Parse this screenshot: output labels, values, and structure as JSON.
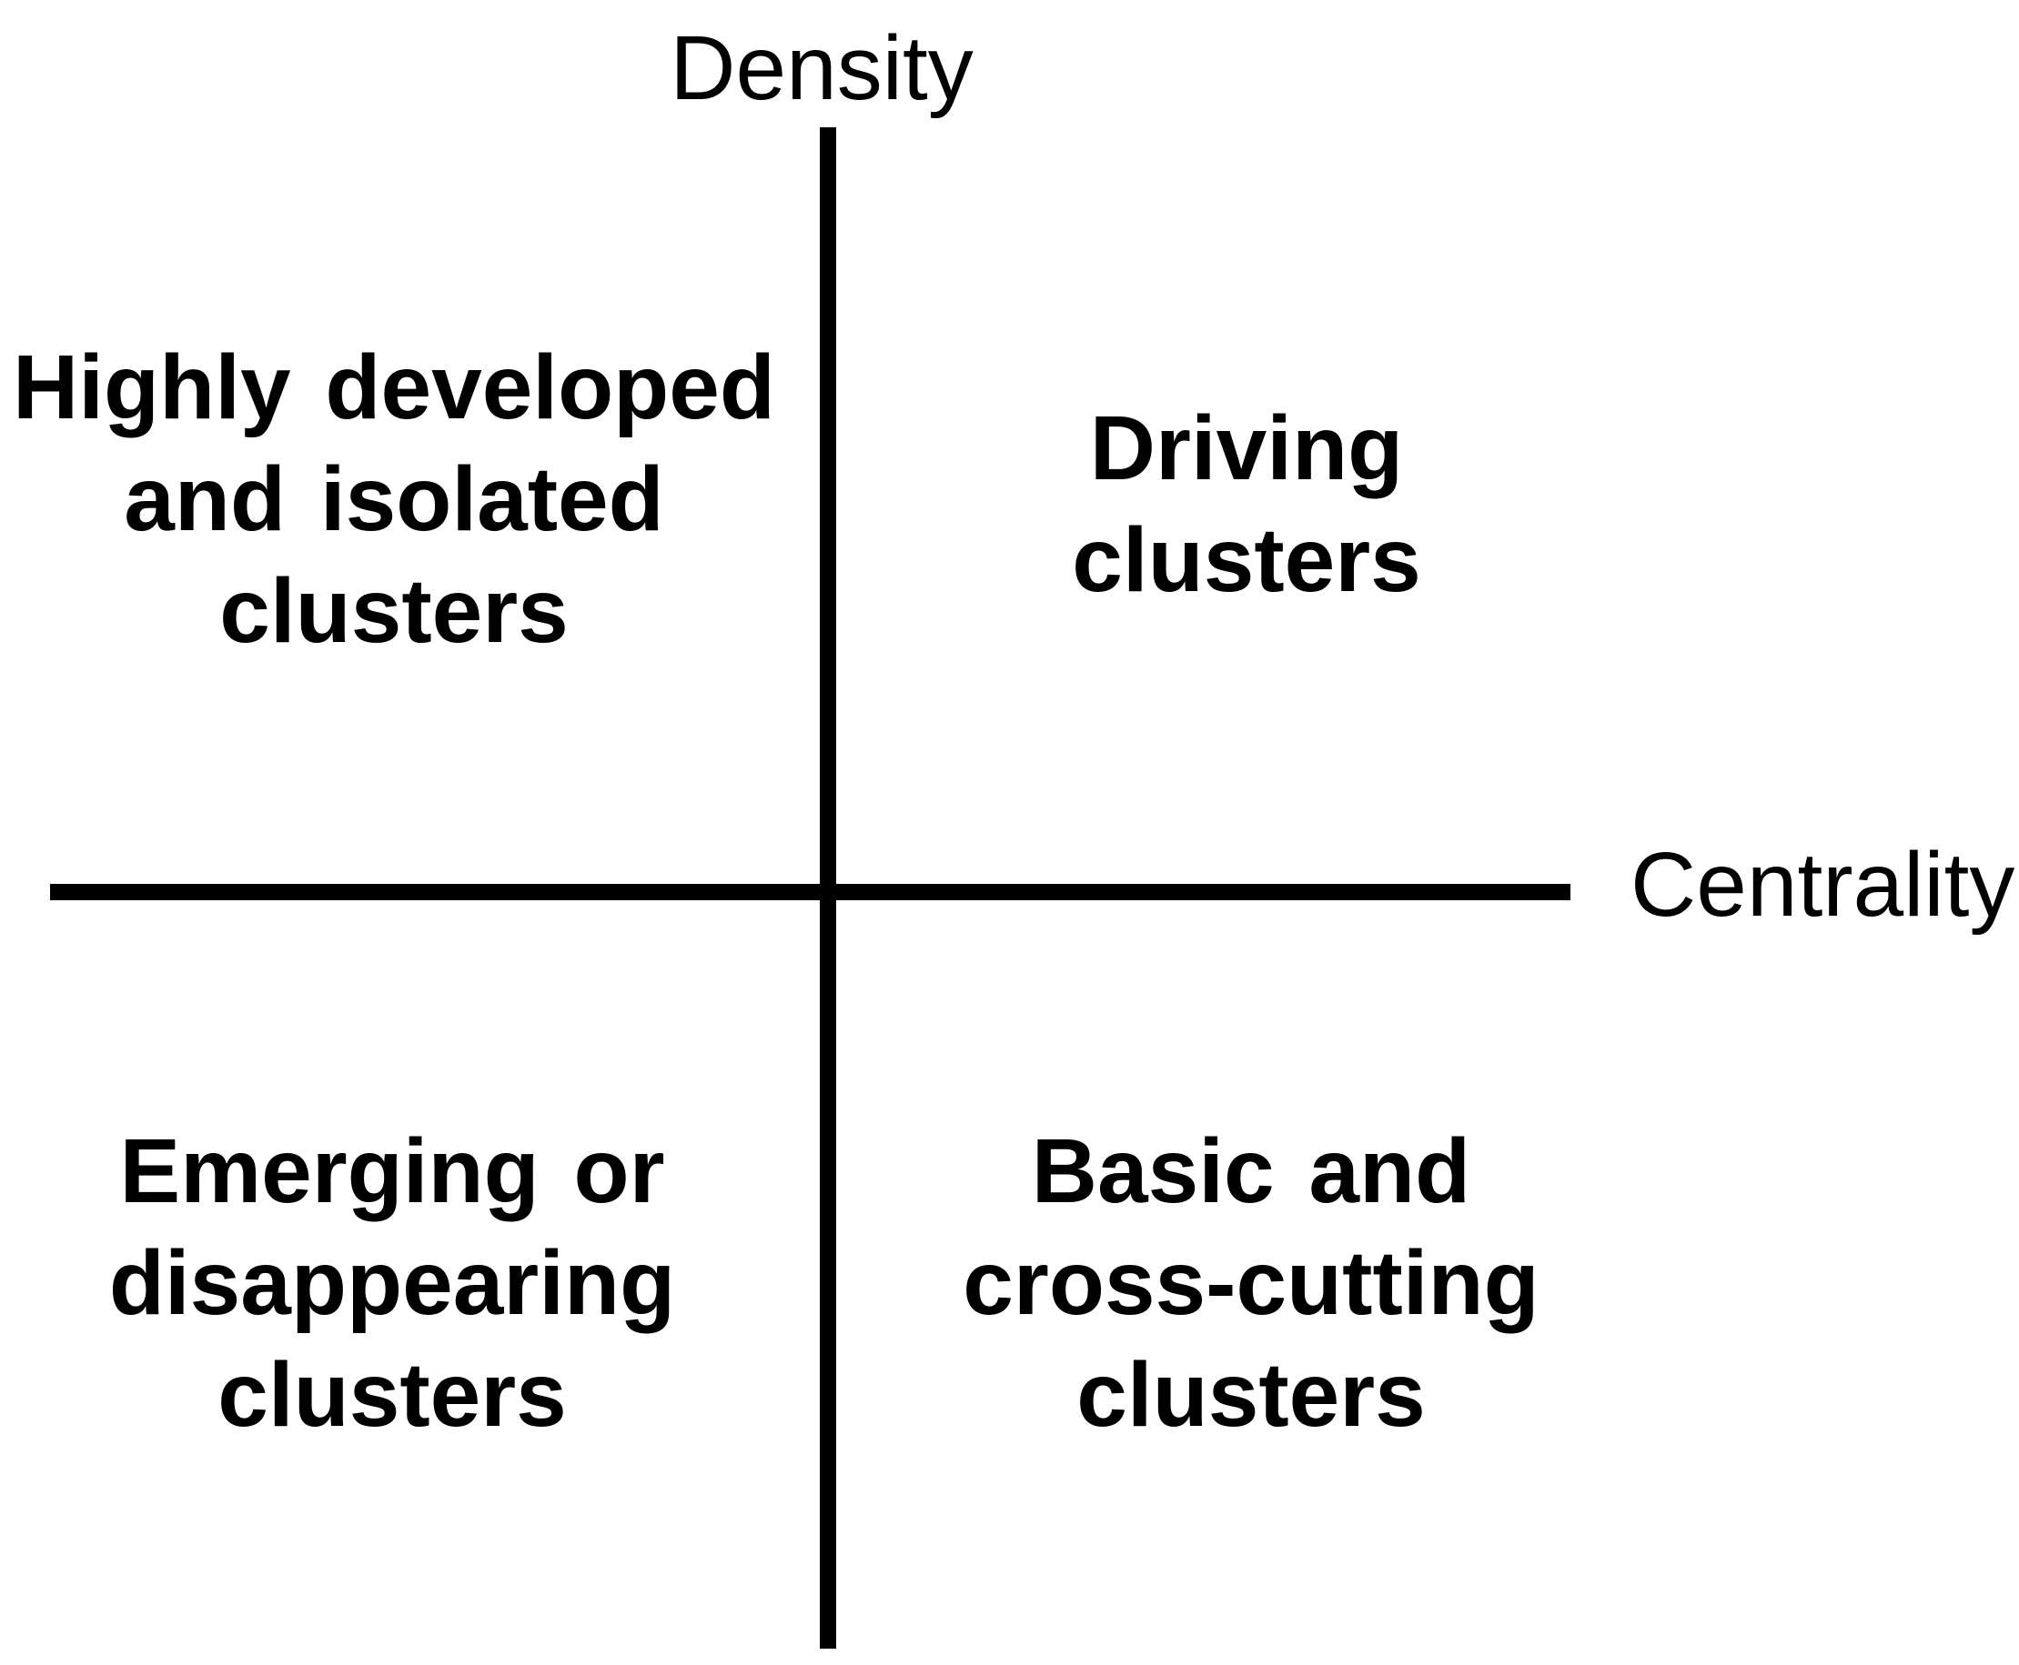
{
  "colors": {
    "background": "#ffffff",
    "ink": "#000000"
  },
  "axes": {
    "y": {
      "label": "Density"
    },
    "x": {
      "label": "Centrality"
    }
  },
  "quadrants": {
    "top_left": {
      "lines": [
        "Highly developed",
        "and isolated",
        "clusters"
      ]
    },
    "top_right": {
      "lines": [
        "Driving",
        "clusters"
      ]
    },
    "bottom_left": {
      "lines": [
        "Emerging or",
        "disappearing",
        "clusters"
      ]
    },
    "bottom_right": {
      "lines": [
        "Basic and",
        "cross-cutting",
        "clusters"
      ]
    }
  }
}
